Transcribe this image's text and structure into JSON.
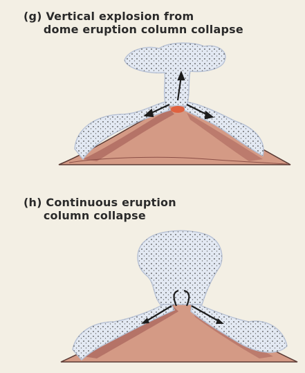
{
  "panel_g": {
    "line1": "(g) Vertical explosion from",
    "line2": "     dome eruption column collapse"
  },
  "panel_h": {
    "line1": "(h) Continuous eruption",
    "line2": "     column collapse"
  },
  "colors": {
    "background": "#f3efe4",
    "volcano": "#d49a85",
    "volcano_shadow": "#a8635a",
    "cloud": "#e3e9f3",
    "cloud_edge": "#b9c3d6",
    "dome": "#e0613f",
    "arrow": "#1c1c1c"
  }
}
